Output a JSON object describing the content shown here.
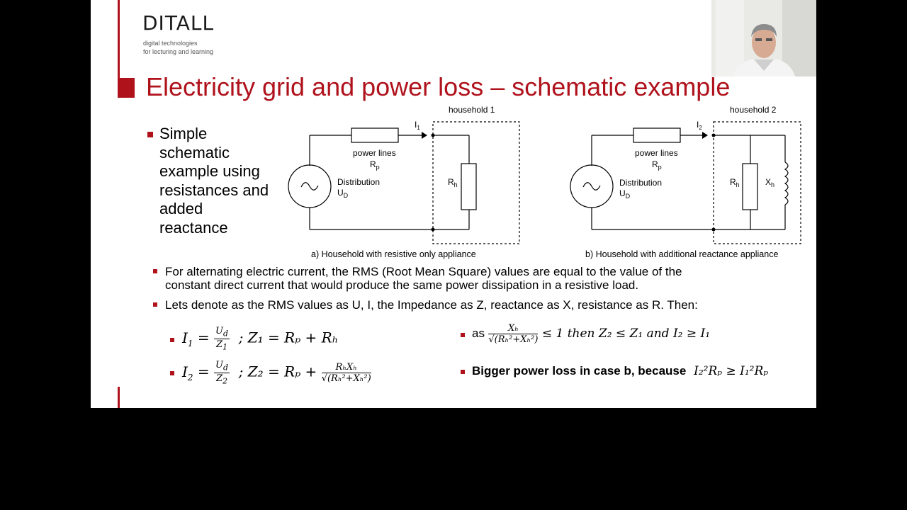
{
  "logo": {
    "main": "DITALL",
    "sub_line1": "digital technologies",
    "sub_line2": "for lecturing and learning"
  },
  "title": "Electricity grid and power loss – schematic example",
  "left_bullet": {
    "lines": [
      "Simple",
      "schematic",
      "example using",
      "resistances and",
      "added",
      "reactance"
    ]
  },
  "diagram_a": {
    "household_label": "household 1",
    "current": "I",
    "current_sub": "1",
    "power_lines": "power lines",
    "rp_main": "R",
    "rp_sub": "p",
    "distribution": "Distribution",
    "ud_main": "U",
    "ud_sub": "D",
    "rh_main": "R",
    "rh_sub": "h",
    "caption": "a) Household with resistive only appliance"
  },
  "diagram_b": {
    "household_label": "household 2",
    "current": "I",
    "current_sub": "2",
    "power_lines": "power lines",
    "rp_main": "R",
    "rp_sub": "p",
    "distribution": "Distribution",
    "ud_main": "U",
    "ud_sub": "D",
    "rh_main": "R",
    "rh_sub": "h",
    "xh_main": "X",
    "xh_sub": "h",
    "caption": "b) Household with additional reactance appliance"
  },
  "bullets": [
    "For alternating electric current, the RMS (Root Mean Square) values are equal to the value of the",
    "constant direct current that would produce the same power dissipation in a resistive load.",
    "Lets denote as the RMS values as U, I, the Impedance as Z, reactance as X, resistance as R. Then:"
  ],
  "equations": {
    "eq1_lhs": "I",
    "eq1_lhs_sub": "1",
    "eq1_num": "U",
    "eq1_num_sub": "d",
    "eq1_den": "Z",
    "eq1_den_sub": "1",
    "eq1_rhs": "; Z₁ = Rₚ + Rₕ",
    "eq2_lhs": "I",
    "eq2_lhs_sub": "2",
    "eq2_num": "U",
    "eq2_num_sub": "d",
    "eq2_den": "Z",
    "eq2_den_sub": "2",
    "eq2_rhs": "; Z₂ = Rₚ + ",
    "eq2_frac_num": "RₕXₕ",
    "eq2_frac_den": "√(Rₕ²+Xₕ²)",
    "right1_prefix": "as",
    "right1_num": "Xₕ",
    "right1_den": "√(Rₕ²+Xₕ²)",
    "right1_suffix": "≤ 1 then Z₂ ≤ Z₁ and I₂ ≥ I₁",
    "right2_text": "Bigger power loss in case b, because",
    "right2_math": "I₂²Rₚ ≥ I₁²Rₚ"
  },
  "colors": {
    "accent": "#b0121c",
    "text": "#000000",
    "background": "#ffffff",
    "frame": "#000000"
  }
}
